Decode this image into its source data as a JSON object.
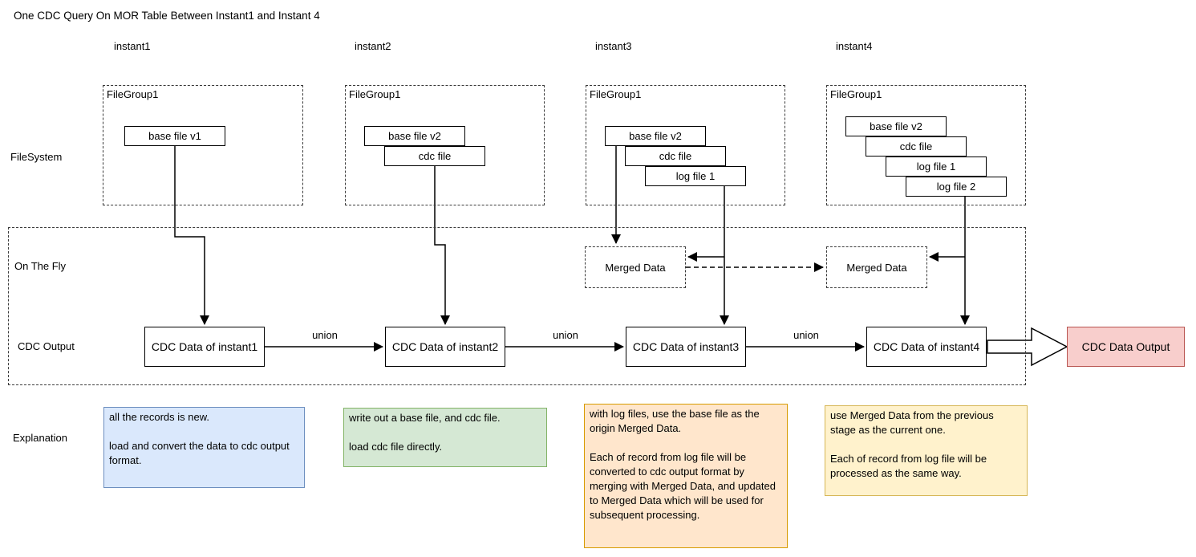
{
  "title": "One CDC Query On MOR Table Between Instant1 and Instant 4",
  "row_labels": {
    "filesystem": "FileSystem",
    "on_the_fly": "On The Fly",
    "cdc_output": "CDC Output",
    "explanation": "Explanation"
  },
  "union_label": "union",
  "output_box_label": "CDC Data Output",
  "colors": {
    "output_fill": "#f8cecc",
    "output_border": "#b85450"
  },
  "columns": [
    {
      "header": "instant1",
      "filegroup_label": "FileGroup1",
      "files": [
        "base file v1"
      ],
      "cdc_box": "CDC Data of instant1",
      "explanation": "all the records is new.\n\nload and convert the data to cdc output format.",
      "explain_fill": "#dae8fc",
      "explain_border": "#6c8ebf"
    },
    {
      "header": "instant2",
      "filegroup_label": "FileGroup1",
      "files": [
        "base file v2",
        "cdc file"
      ],
      "cdc_box": "CDC Data of instant2",
      "explanation": "write out a base file, and cdc file.\n\nload cdc file directly.",
      "explain_fill": "#d5e8d4",
      "explain_border": "#82b366"
    },
    {
      "header": "instant3",
      "filegroup_label": "FileGroup1",
      "files": [
        "base file v2",
        "cdc file",
        "log file 1"
      ],
      "merged_data": "Merged Data",
      "cdc_box": "CDC Data of instant3",
      "explanation": "with log files, use the base file as the origin Merged Data.\n\nEach of record from log file will be converted to cdc output format by merging with Merged Data, and updated to Merged Data which will be used for subsequent processing.",
      "explain_fill": "#ffe6cc",
      "explain_border": "#d79b00"
    },
    {
      "header": "instant4",
      "filegroup_label": "FileGroup1",
      "files": [
        "base file v2",
        "cdc file",
        "log file 1",
        "log file 2"
      ],
      "merged_data": "Merged Data",
      "cdc_box": "CDC Data of instant4",
      "explanation": "use Merged Data from the previous stage as the current one.\n\nEach of record from log file will be processed as the same way.",
      "explain_fill": "#fff2cc",
      "explain_border": "#d6b656"
    }
  ]
}
